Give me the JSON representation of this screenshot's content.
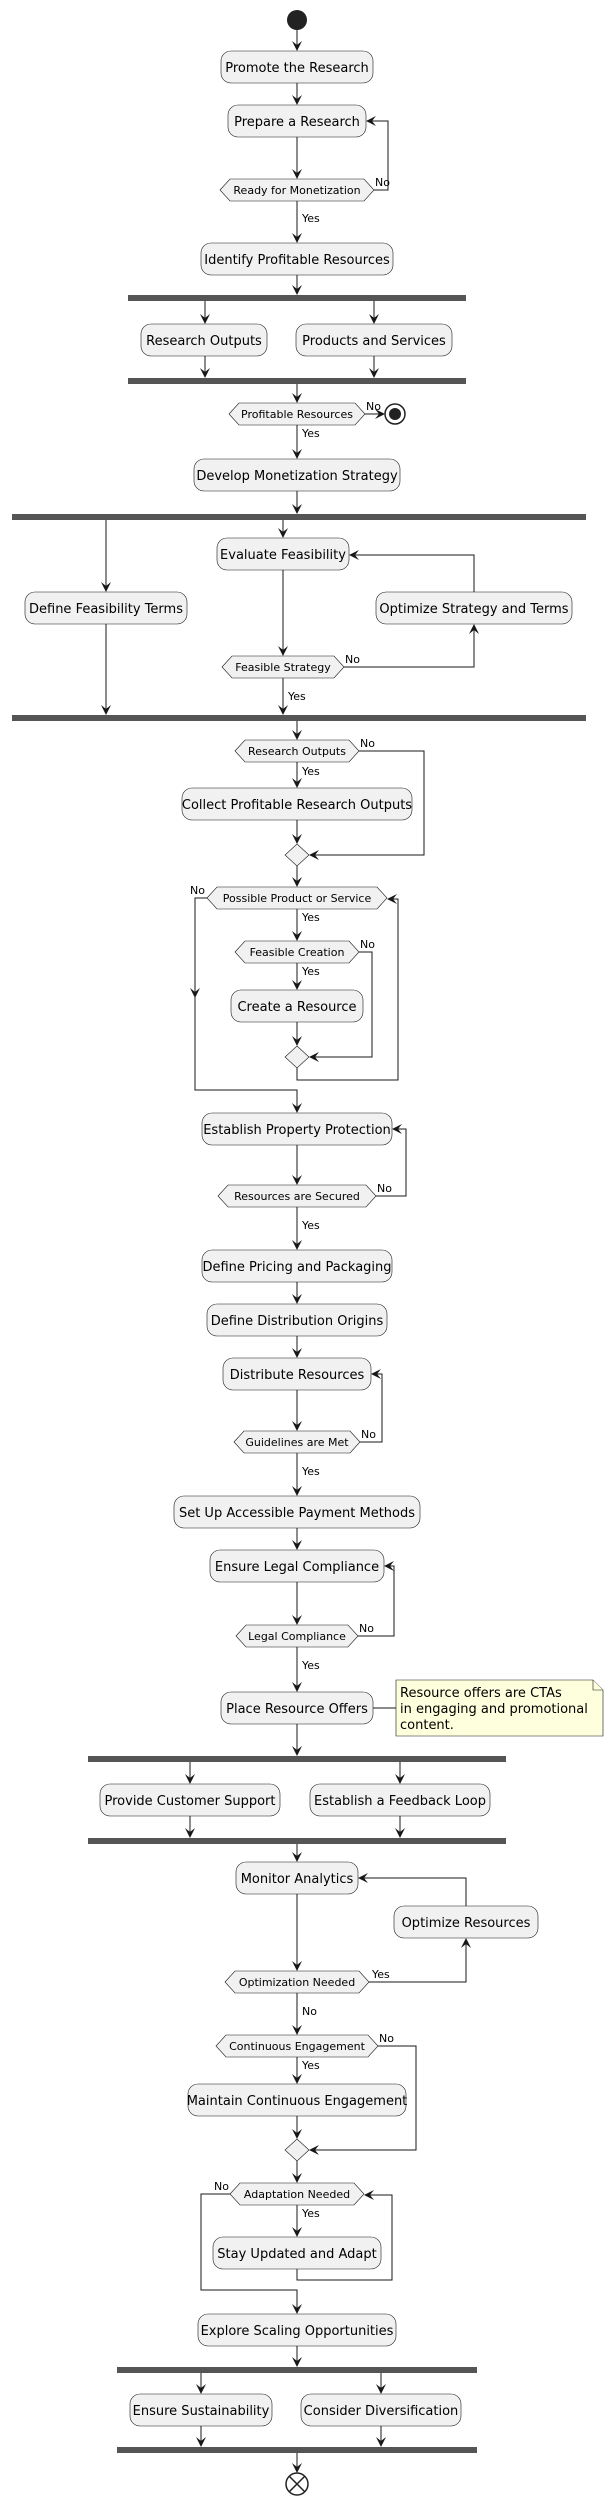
{
  "activities": {
    "promote": "Promote the Research",
    "prepare": "Prepare a Research",
    "identify": "Identify Profitable Resources",
    "outputs": "Research Outputs",
    "products": "Products and Services",
    "develop": "Develop Monetization Strategy",
    "define_feasibility": "Define Feasibility Terms",
    "evaluate": "Evaluate Feasibility",
    "optimize_strategy": "Optimize Strategy and Terms",
    "collect": "Collect Profitable Research Outputs",
    "create": "Create a Resource",
    "establish_protection": "Establish Property Protection",
    "pricing": "Define Pricing and Packaging",
    "origins": "Define Distribution Origins",
    "distribute": "Distribute Resources",
    "payment": "Set Up Accessible Payment Methods",
    "legal": "Ensure Legal Compliance",
    "offers": "Place Resource Offers",
    "support": "Provide Customer Support",
    "feedback": "Establish a Feedback Loop",
    "monitor": "Monitor Analytics",
    "optimize_resources": "Optimize Resources",
    "maintain": "Maintain Continuous Engagement",
    "stay": "Stay Updated and Adapt",
    "scaling": "Explore Scaling Opportunities",
    "sustainability": "Ensure Sustainability",
    "diversification": "Consider Diversification"
  },
  "conditions": {
    "ready": "Ready for Monetization",
    "profitable": "Profitable Resources",
    "feasible": "Feasible Strategy",
    "research_outputs": "Research Outputs",
    "possible": "Possible Product or Service",
    "feasible_creation": "Feasible Creation",
    "secured": "Resources are Secured",
    "guidelines": "Guidelines are Met",
    "legal_compliance": "Legal Compliance",
    "optimization": "Optimization Needed",
    "continuous": "Continuous Engagement",
    "adaptation": "Adaptation Needed"
  },
  "labels": {
    "yes": "Yes",
    "no": "No"
  },
  "note": {
    "line1": "Resource offers are CTAs",
    "line2": "in engaging and promotional",
    "line3": "content."
  }
}
